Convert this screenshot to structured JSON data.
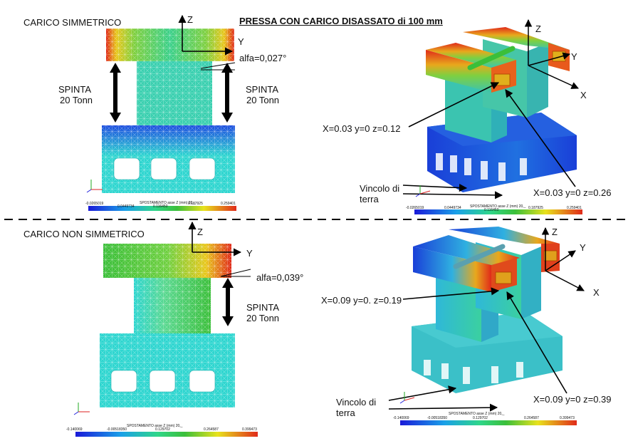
{
  "header": {
    "title": "PRESSA CON CARICO DISASSATO di 100 mm",
    "sym_label": "CARICO SIMMETRICO",
    "nonsym_label": "CARICO NON SIMMETRICO"
  },
  "top_left": {
    "axis_z": "Z",
    "axis_y": "Y",
    "alfa": "alfa=0,027°",
    "spinta_left_1": "SPINTA",
    "spinta_left_2": "20 Tonn",
    "spinta_right_1": "SPINTA",
    "spinta_right_2": "20 Tonn"
  },
  "top_right": {
    "axis_z": "Z",
    "axis_y": "Y",
    "axis_x": "X",
    "point_a": "X=0.03 y=0 z=0.12",
    "point_b": "X=0.03 y=0 z=0.26",
    "vincolo_1": "Vincolo di",
    "vincolo_2": "terra"
  },
  "bottom_left": {
    "axis_z": "Z",
    "axis_y": "Y",
    "alfa": "alfa=0,039°",
    "spinta_1": "SPINTA",
    "spinta_2": "20 Tonn"
  },
  "bottom_right": {
    "axis_z": "Z",
    "axis_y": "Y",
    "axis_x": "X",
    "point_a": "X=0.09 y=0. z=0.19",
    "point_b": "X=0.09 y=0 z=0.39",
    "vincolo_1": "Vincolo di",
    "vincolo_2": "terra"
  },
  "legend_top": {
    "caption": "SPOSTAMENTO asse Z (mm) 20,_",
    "ticks": [
      "-0.0265019",
      "0.0449734",
      "0.116450",
      "0.187925",
      "0.259401"
    ]
  },
  "legend_bottom": {
    "caption": "SPOSTAMENTO asse Z (mm) 20,_",
    "ticks": [
      "-0.140069",
      "-0.00518350",
      "0.129702",
      "0.264587",
      "0.399473"
    ]
  },
  "colors": {
    "red": "#e02a1a",
    "yellow": "#e8e21c",
    "green": "#3bbf3a",
    "cyan": "#2fd6d0",
    "blue": "#1a3fd8"
  }
}
